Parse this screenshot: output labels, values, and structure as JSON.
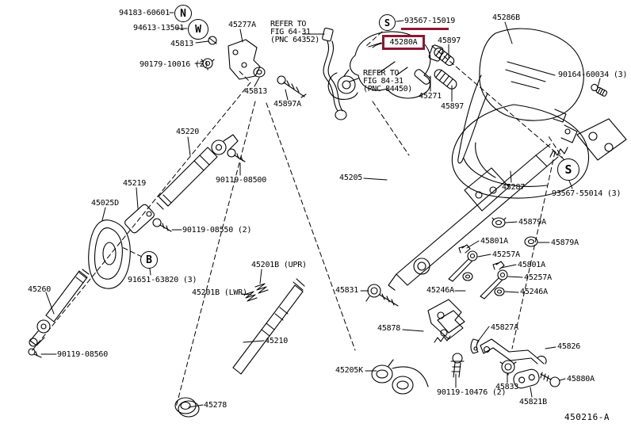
{
  "figure": {
    "number": "450216-A",
    "highlighted_part": "45280A",
    "highlight_color": "#8e1634"
  },
  "notes": {
    "refer1": {
      "line1": "REFER TO",
      "line2": "FIG 64-31",
      "line3": "(PNC 64352)"
    },
    "refer2": {
      "line1": "REFER TO",
      "line2": "FIG 84-31",
      "line3": "(PNC 84450)"
    }
  },
  "symbols": {
    "n": "N",
    "w": "W",
    "s1": "S",
    "s2": "S",
    "b": "B"
  },
  "labels": {
    "l_94183": "94183-60601",
    "l_94613": "94613-13501",
    "l_45813_top": "45813",
    "l_90179": "90179-10016 (2)",
    "l_45277a": "45277A",
    "l_45813_mid": "45813",
    "l_45897a": "45897A",
    "l_93567_15019": "93567-15019",
    "l_45280a": "45280A",
    "l_45271": "45271",
    "l_45897_upper": "45897",
    "l_45897_lower": "45897",
    "l_45286b": "45286B",
    "l_90164": "90164-60034 (3)",
    "l_45287": "45287",
    "l_93567_55014": "93567-55014 (3)",
    "l_45220": "45220",
    "l_45219": "45219",
    "l_45025d": "45025D",
    "l_90119_08500": "90119-08500",
    "l_45205": "45205",
    "l_90119_08550": "90119-08550 (2)",
    "l_91651": "91651-63820 (3)",
    "l_45201b_upr": "45201B (UPR)",
    "l_45201b_lwr": "45201B (LWR)",
    "l_45260": "45260",
    "l_90119_08560": "90119-08560",
    "l_45210": "45210",
    "l_45278": "45278",
    "l_45831": "45831",
    "l_45246a_left": "45246A",
    "l_45878": "45878",
    "l_45879a_1": "45879A",
    "l_45801a_1": "45801A",
    "l_45879a_2": "45879A",
    "l_45257a_1": "45257A",
    "l_45801a_2": "45801A",
    "l_45257a_2": "45257A",
    "l_45246a_right": "45246A",
    "l_45827a": "45827A",
    "l_45826": "45826",
    "l_45833": "45833",
    "l_45821b": "45821B",
    "l_45880a": "45880A",
    "l_90119_10476": "90119-10476 (2)",
    "l_45205k": "45205K"
  }
}
